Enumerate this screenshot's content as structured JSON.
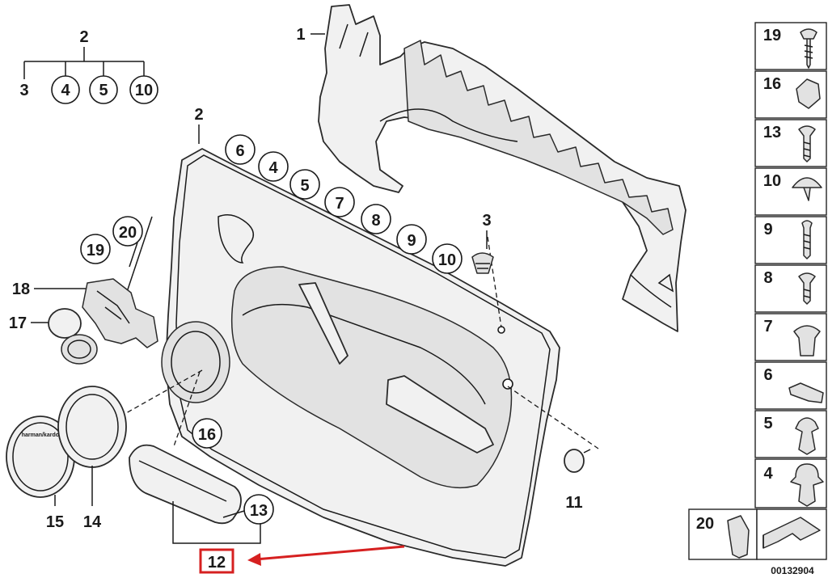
{
  "diagram": {
    "top_left_group": {
      "parent": "2",
      "children": [
        "3",
        "4",
        "5",
        "10"
      ]
    },
    "main_labels": {
      "panel_insulation": "1",
      "door_trim_panel": "2",
      "trim_clip_label": "3",
      "handle_part_11": "11",
      "cover_12": "12",
      "cover_13": "13",
      "speaker_cover_14": "14",
      "speaker_cover_15": "15",
      "part_16": "16",
      "part_17": "17",
      "part_18": "18",
      "part_19": "19",
      "part_20": "20"
    },
    "fastener_row": [
      "6",
      "4",
      "5",
      "7",
      "8",
      "9",
      "10"
    ],
    "side_parts": [
      "19",
      "16",
      "13",
      "10",
      "9",
      "8",
      "7",
      "6",
      "5",
      "4"
    ],
    "bottom_side_part": "20",
    "diagram_number": "00132904",
    "highlight_color": "#d62020",
    "speaker_logo_text": "harman/kardon"
  }
}
